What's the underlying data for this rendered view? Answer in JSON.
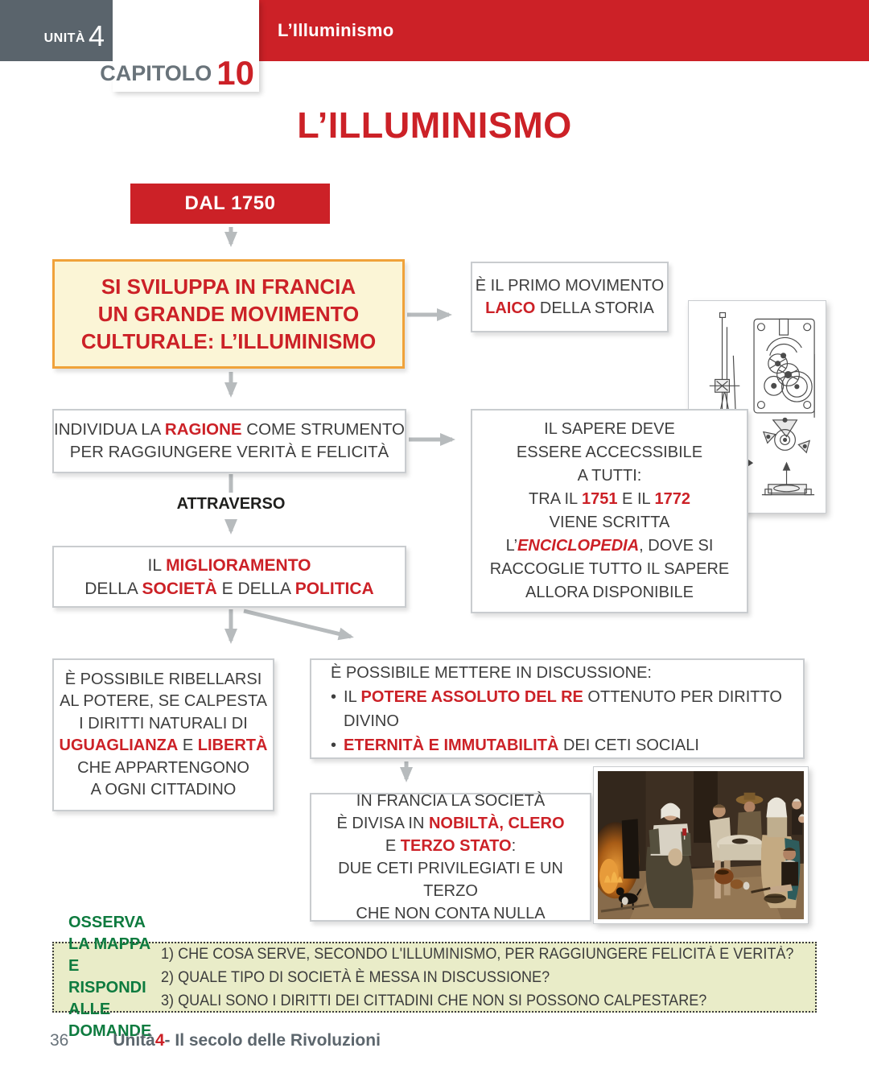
{
  "header": {
    "unit_label": "UNITÀ",
    "unit_number": "4",
    "bar_title": "L’Illuminismo",
    "chapter_label": "CAPITOLO",
    "chapter_number": "10"
  },
  "title": "L’ILLUMINISMO",
  "colors": {
    "accent_red": "#cc2127",
    "box_border_orange": "#f0a23a",
    "cream_bg": "#fbf5d6",
    "slate_unit_bg": "#5a646c",
    "arrow_gray": "#b7bbbd",
    "green_label": "#0e7b3f",
    "questions_bg": "#e9ecc8"
  },
  "map": {
    "date_box": "DAL 1750",
    "sviluppa": {
      "l1": "SI SVILUPPA IN FRANCIA",
      "l2": "UN GRANDE MOVIMENTO",
      "l3": "CULTURALE: L’ILLUMINISMO"
    },
    "primo": {
      "s1": "È IL PRIMO MOVIMENTO",
      "s2": "LAICO",
      "s3": " DELLA STORIA"
    },
    "individua": {
      "s1": "INDIVIDUA LA ",
      "s2": "RAGIONE",
      "s3": " COME STRUMENTO",
      "l2": "PER RAGGIUNGERE VERITÀ E FELICITÀ"
    },
    "attraverso": "ATTRAVERSO",
    "miglioramento": {
      "s1": "IL ",
      "s2": "MIGLIORAMENTO",
      "s3": "DELLA ",
      "s4": "SOCIETÀ",
      "s5": " E DELLA ",
      "s6": "POLITICA"
    },
    "sapere": {
      "l1": "IL SAPERE DEVE",
      "l2": "ESSERE ACCECSSIBILE",
      "l3": "A TUTTI:",
      "l4a": "TRA IL ",
      "l4b": "1751",
      "l4c": " E IL ",
      "l4d": "1772",
      "l5": "VIENE SCRITTA",
      "l6a": "L’",
      "l6b": "ENCICLOPEDIA",
      "l6c": ", DOVE SI",
      "l7": "RACCOGLIE TUTTO IL SAPERE",
      "l8": "ALLORA DISPONIBILE"
    },
    "ribellarsi": {
      "l1": "È POSSIBILE RIBELLARSI",
      "l2": "AL POTERE, SE CALPESTA",
      "l3": "I DIRITTI NATURALI DI",
      "l4a": "UGUAGLIANZA",
      "l4b": " E ",
      "l4c": "LIBERTÀ",
      "l5": "CHE APPARTENGONO",
      "l6": "A OGNI CITTADINO"
    },
    "discussione": {
      "head": "È POSSIBILE METTERE IN DISCUSSIONE:",
      "b1a": "IL ",
      "b1b": "POTERE ASSOLUTO DEL RE",
      "b1c": " OTTENUTO PER DIRITTO DIVINO",
      "b2a": "ETERNITÀ E IMMUTABILITÀ",
      "b2b": " DEI CETI SOCIALI"
    },
    "francia": {
      "l1": "IN FRANCIA LA SOCIETÀ",
      "l2a": "È DIVISA IN ",
      "l2b": "NOBILTÀ, ",
      "l2c": "CLERO",
      "l3a": "E ",
      "l3b": "TERZO STATO",
      "l3c": ":",
      "l4": "DUE CETI PRIVILEGIATI E UN TERZO",
      "l5": "CHE NON CONTA NULLA"
    }
  },
  "questions": {
    "label_l1": "OSSERVA LA MAPPA",
    "label_l2": "E RISPONDI",
    "label_l3": "ALLE DOMANDE",
    "q1": "1) CHE COSA SERVE, SECONDO L'ILLUMINISMO, PER RAGGIUNGERE FELICITÀ E VERITÀ?",
    "q2": "2) QUALE TIPO DI SOCIETÀ È MESSA IN DISCUSSIONE?",
    "q3": "3) QUALI SONO I DIRITTI DEI CITTADINI CHE NON SI POSSONO CALPESTARE?"
  },
  "footer": {
    "page_number": "36",
    "unit_word": "Unità ",
    "unit_num": "4",
    "rest": " - Il secolo delle Rivoluzioni"
  }
}
